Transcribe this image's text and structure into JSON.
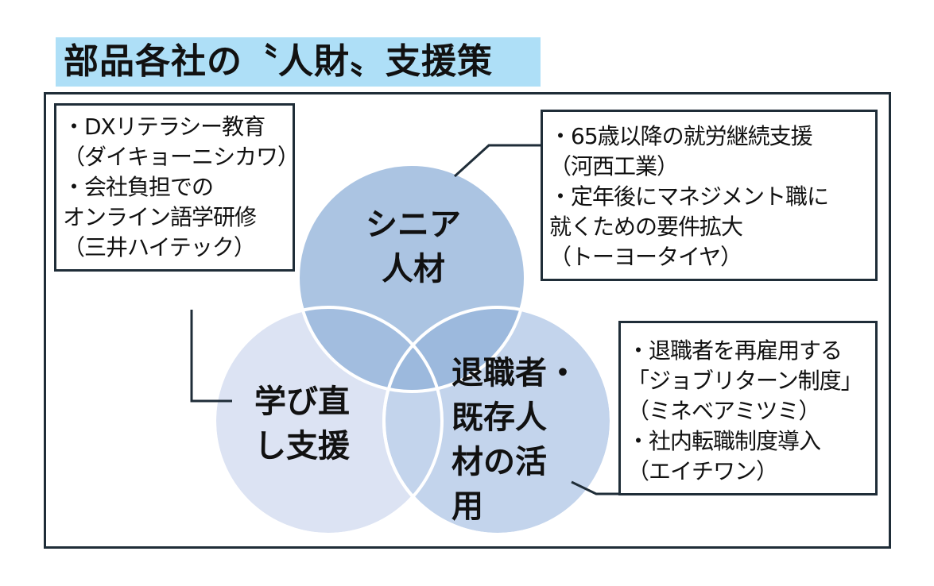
{
  "title": "部品各社の〝人財〟支援策",
  "circles": {
    "senior": "シニア\n人材",
    "reskilling": "学び直\nし支援",
    "retirees": "退職者・\n既存人\n材の活\n用"
  },
  "boxes": {
    "reskilling": [
      "・DXリテラシー教育",
      "（ダイキョーニシカワ）",
      "・会社負担での",
      "オンライン語学研修",
      "（三井ハイテック）"
    ],
    "senior": [
      "・65歳以降の就労継続支援",
      "（河西工業）",
      "・定年後にマネジメント職に",
      "就くための要件拡大",
      "（トーヨータイヤ）"
    ],
    "retirees": [
      "・退職者を再雇用する",
      "「ジョブリターン制度」",
      "（ミネベアミツミ）",
      "・社内転職制度導入",
      "（エイチワン）"
    ]
  },
  "colors": {
    "title_bg": "#aedff7",
    "senior": "#a6c1e0",
    "reskilling": "#dce3f3",
    "retirees": "#c3d4ec",
    "border": "#1f2d38"
  }
}
